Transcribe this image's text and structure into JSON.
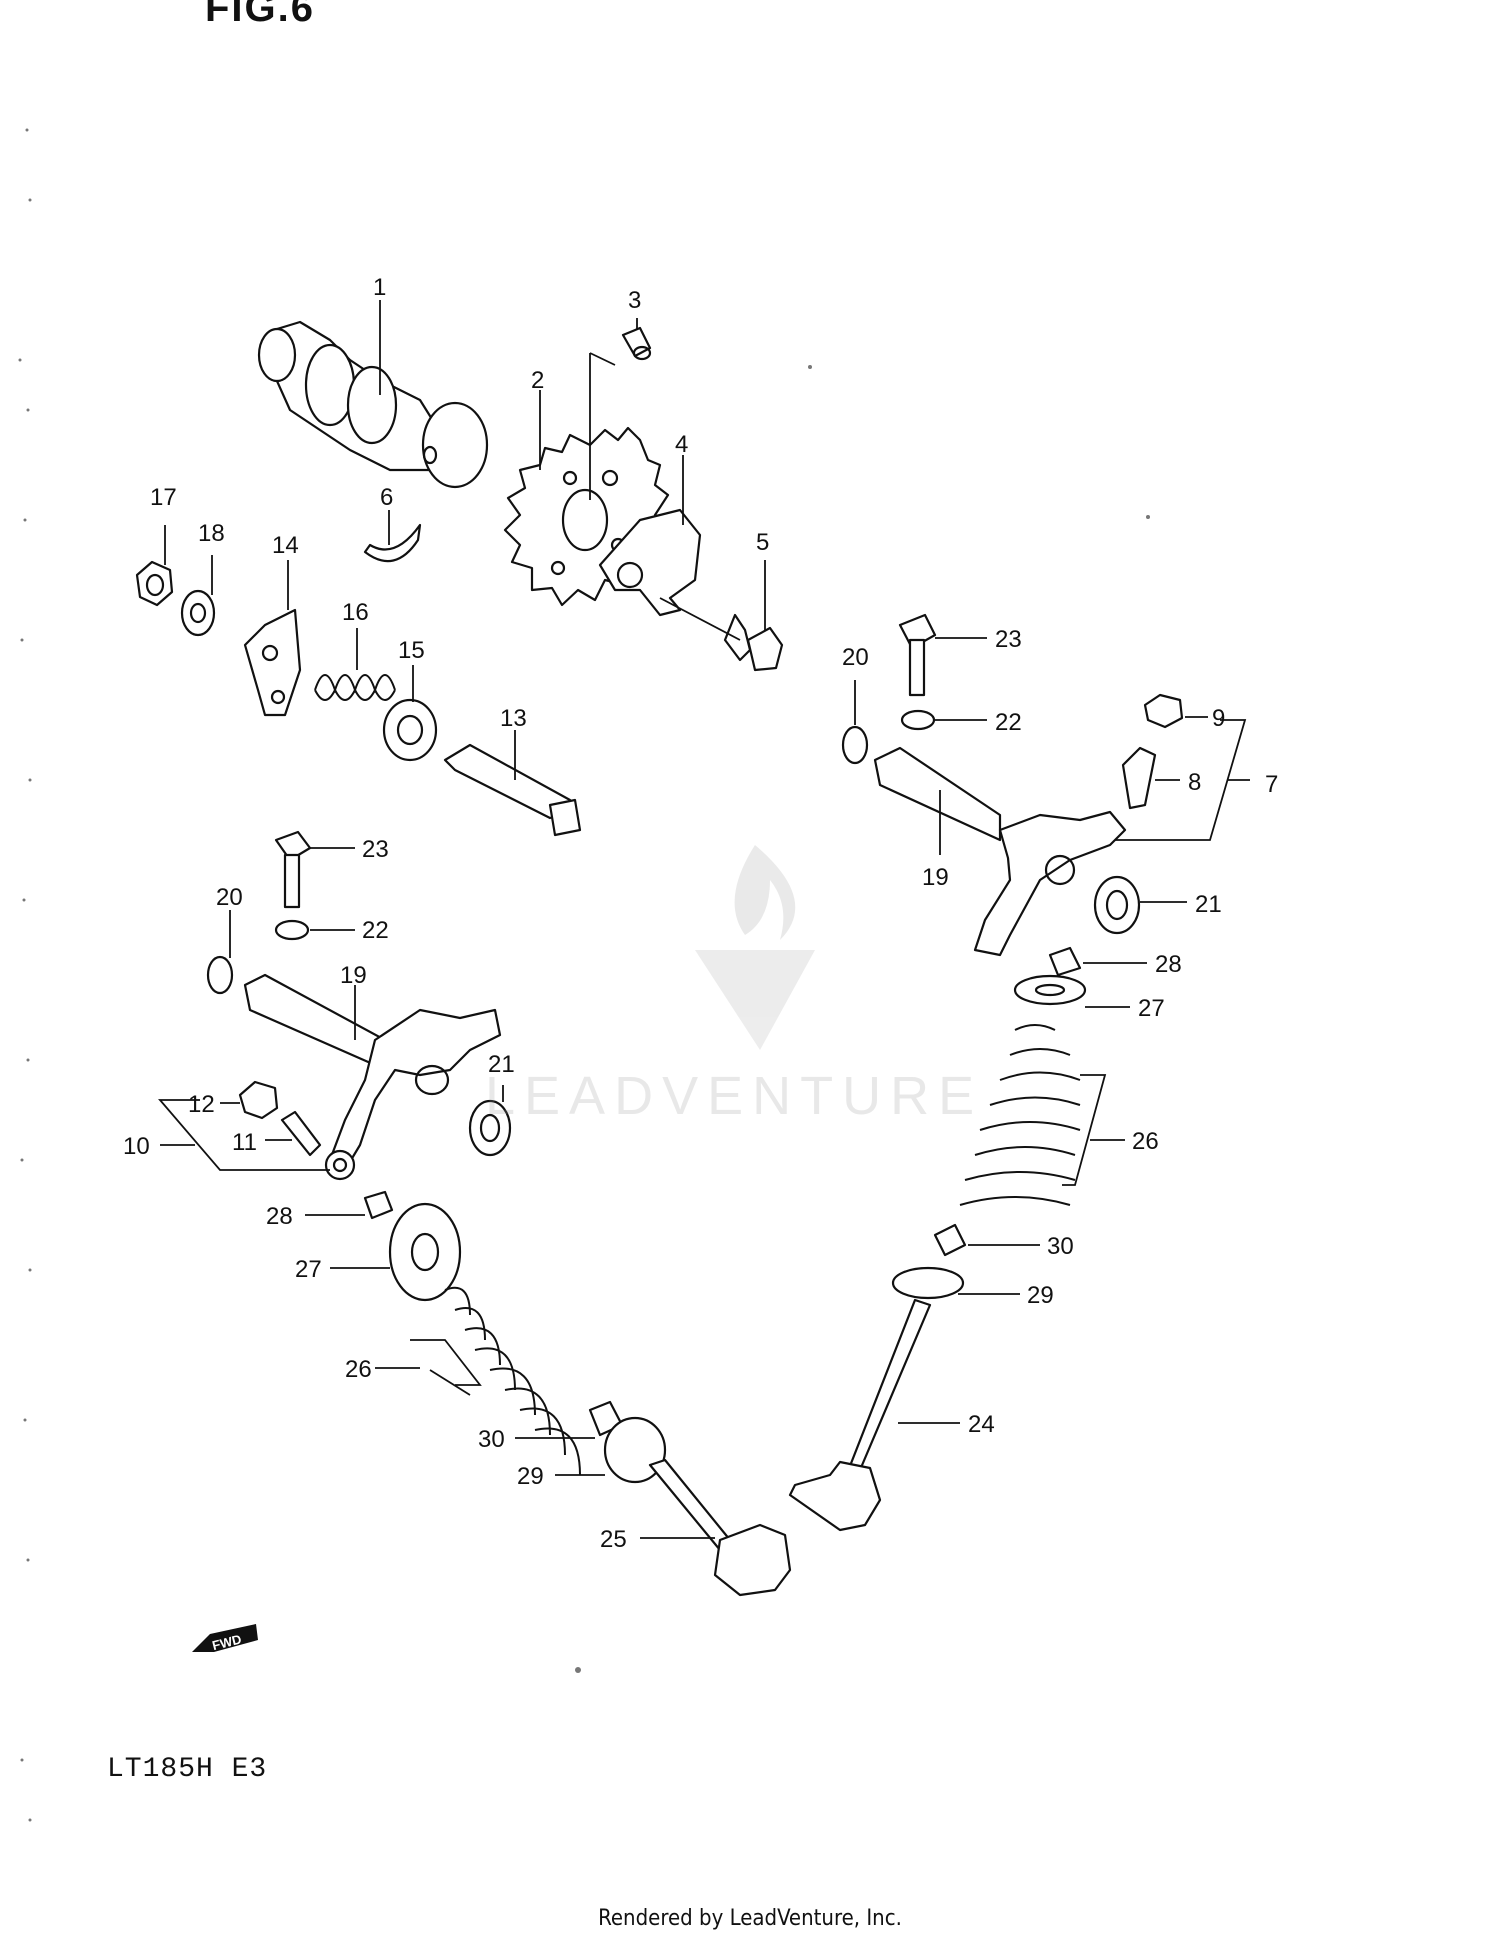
{
  "figure": {
    "title": "FIG.6",
    "model_code": "LT185H E3",
    "footer": "Rendered by LeadVenture, Inc.",
    "watermark": "LEADVENTURE",
    "direction_label": "FWD"
  },
  "callouts": [
    {
      "id": "c1",
      "text": "1"
    },
    {
      "id": "c2",
      "text": "2"
    },
    {
      "id": "c3",
      "text": "3"
    },
    {
      "id": "c4",
      "text": "4"
    },
    {
      "id": "c5",
      "text": "5"
    },
    {
      "id": "c6",
      "text": "6"
    },
    {
      "id": "c7",
      "text": "7"
    },
    {
      "id": "c8",
      "text": "8"
    },
    {
      "id": "c9",
      "text": "9"
    },
    {
      "id": "c10",
      "text": "10"
    },
    {
      "id": "c11",
      "text": "11"
    },
    {
      "id": "c12",
      "text": "12"
    },
    {
      "id": "c13",
      "text": "13"
    },
    {
      "id": "c14",
      "text": "14"
    },
    {
      "id": "c15",
      "text": "15"
    },
    {
      "id": "c16",
      "text": "16"
    },
    {
      "id": "c17",
      "text": "17"
    },
    {
      "id": "c18",
      "text": "18"
    },
    {
      "id": "c19a",
      "text": "19"
    },
    {
      "id": "c19b",
      "text": "19"
    },
    {
      "id": "c20a",
      "text": "20"
    },
    {
      "id": "c20b",
      "text": "20"
    },
    {
      "id": "c21a",
      "text": "21"
    },
    {
      "id": "c21b",
      "text": "21"
    },
    {
      "id": "c22a",
      "text": "22"
    },
    {
      "id": "c22b",
      "text": "22"
    },
    {
      "id": "c23a",
      "text": "23"
    },
    {
      "id": "c23b",
      "text": "23"
    },
    {
      "id": "c24",
      "text": "24"
    },
    {
      "id": "c25",
      "text": "25"
    },
    {
      "id": "c26a",
      "text": "26"
    },
    {
      "id": "c26b",
      "text": "26"
    },
    {
      "id": "c27a",
      "text": "27"
    },
    {
      "id": "c27b",
      "text": "27"
    },
    {
      "id": "c28a",
      "text": "28"
    },
    {
      "id": "c28b",
      "text": "28"
    },
    {
      "id": "c29a",
      "text": "29"
    },
    {
      "id": "c29b",
      "text": "29"
    },
    {
      "id": "c30a",
      "text": "30"
    },
    {
      "id": "c30b",
      "text": "30"
    }
  ]
}
